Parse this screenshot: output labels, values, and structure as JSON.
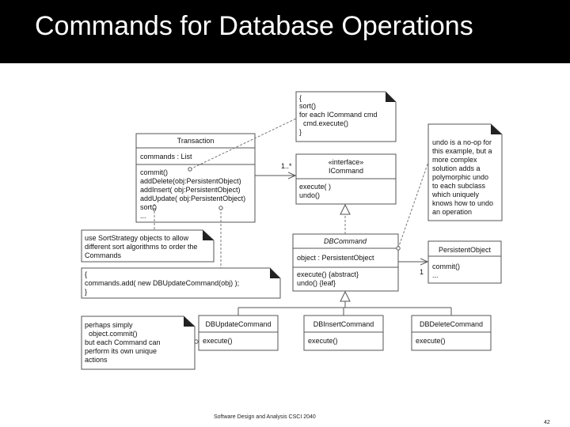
{
  "title": "Commands for Database Operations",
  "footer": "Software Design and Analysis CSCI 2040",
  "page_number": "42",
  "diagram": {
    "note_sort": [
      "{",
      "sort()",
      "for each ICommand cmd",
      "  cmd.execute()",
      "}"
    ],
    "transaction": {
      "name": "Transaction",
      "attribute": "commands : List",
      "methods": [
        "commit()",
        "addDelete(obj:PersistentObject)",
        "addInsert( obj:PersistentObject)",
        "addUpdate( obj:PersistentObject)",
        "sort()",
        "..."
      ]
    },
    "multiplicity_many": "1..*",
    "icommand": {
      "stereotype": "«interface»",
      "name": "ICommand",
      "methods": [
        "execute( )",
        "undo()"
      ]
    },
    "note_undo": [
      "undo is a no-op for",
      "this example, but a",
      "more complex",
      "solution adds a",
      "polymorphic undo",
      "to each subclass",
      "which uniquely",
      "knows how to undo",
      "an operation"
    ],
    "note_sortstrategy": [
      "use SortStrategy objects to allow",
      "different sort algorithms to order the",
      "Commands"
    ],
    "note_add": [
      "{",
      "commands.add( new DBUpdateCommand(obj) );",
      "}"
    ],
    "dbcommand": {
      "name": "DBCommand",
      "attribute": "object : PersistentObject",
      "methods": [
        "execute() {abstract}",
        "undo() {leaf}"
      ]
    },
    "multiplicity_one": "1",
    "persistentobject": {
      "name": "PersistentObject",
      "methods": [
        "commit()",
        "..."
      ]
    },
    "note_commit": [
      "perhaps simply",
      "  object.commit()",
      "but each Command can",
      "perform its own unique",
      "actions"
    ],
    "dbupdate": {
      "name": "DBUpdateCommand",
      "method": "execute()"
    },
    "dbinsert": {
      "name": "DBInsertCommand",
      "method": "execute()"
    },
    "dbdelete": {
      "name": "DBDeleteCommand",
      "method": "execute()"
    }
  }
}
